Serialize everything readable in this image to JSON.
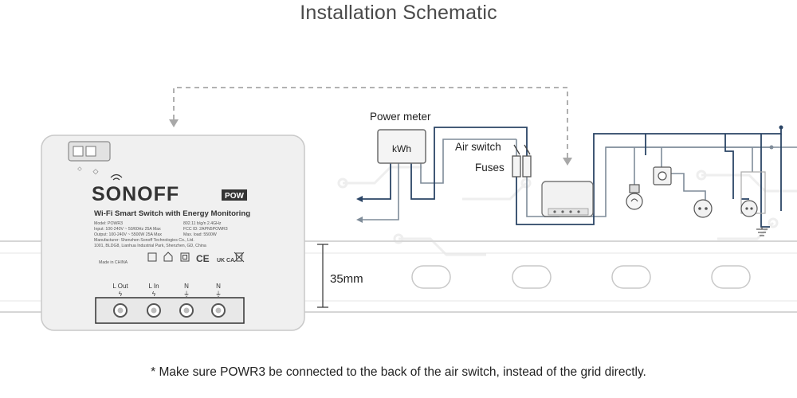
{
  "title": "Installation Schematic",
  "note": "* Make sure POWR3 be connected to the back of the air switch, instead of the grid directly.",
  "dimension": "35mm",
  "device": {
    "brand": "SONOFF",
    "badge": "POW",
    "subtitle": "Wi-Fi Smart Switch with Energy Monitoring",
    "specs_left": [
      "Model: POWR3",
      "Input: 100-240V ~ 50/60Hz 25A Max",
      "Output: 100-240V ~ 5500W 25A Max",
      "Manufacturer: Shenzhen Sonoff Technologies Co., Ltd.",
      "1001, BLDG8, Lianhua Industrial Park, Shenzhen, GD, China",
      "Made in CHINA"
    ],
    "specs_right": [
      "802.11 b/g/n 2.4GHz",
      "FCC ID: 2APN5POWR3",
      "Max. load: 5500W"
    ],
    "marks": [
      "CE",
      "UK CA"
    ],
    "terminals": [
      {
        "label": "L Out",
        "symbol": "ϟ"
      },
      {
        "label": "L In",
        "symbol": "ϟ"
      },
      {
        "label": "N",
        "symbol": "⏚"
      },
      {
        "label": "N",
        "symbol": "⏚"
      }
    ]
  },
  "labels": {
    "power_meter": "Power meter",
    "kwh": "kWh",
    "air_switch": "Air switch",
    "fuses": "Fuses"
  },
  "colors": {
    "live": "#2b4566",
    "neutral": "#7f8c99",
    "dashed": "#a8a8a8",
    "rail": "#d6d6d6",
    "device_body": "#f0f0f0"
  }
}
